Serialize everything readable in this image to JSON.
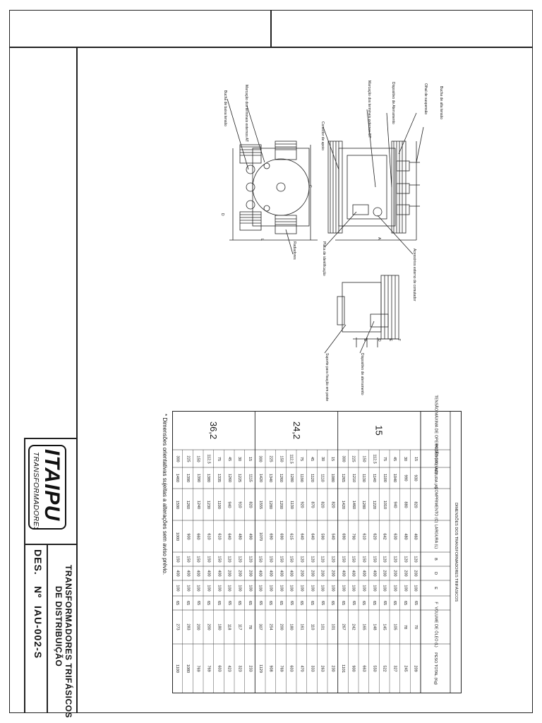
{
  "title_block": {
    "title_line1": "TRANSFORMADORES TRIFÁSICOS",
    "title_line2": "DE DISTRIBUIÇÃO",
    "des_label": "DES.",
    "des_no": "Nº",
    "des_code": "IAU-002-S"
  },
  "logo": {
    "brand": "ITAIPU",
    "tagline": "TRANSFORMADORES"
  },
  "footnote": "* Dimensões orientativas sujeitas a alterações sem aviso prévio.",
  "drawing_labels": {
    "bucha_at": "Bucha de alta tensão",
    "olhal": "Olhal de suspensão",
    "dispositivo_aterramento": "Dispositivo de Aterramento",
    "marcacao_at": "Marcação dos terminais externos AT",
    "marcacao_bt": "Marcação dos terminais externos BT",
    "bucha_bt": "Bucha de baixa tensão",
    "conector_apoio": "Conector de apoio",
    "acessorio_ext": "Acessórios externo de comutador",
    "placa": "Placa de identificação",
    "radiadores": "Radiadores",
    "suporte": "Suporte para fixação em poste",
    "dispositivo": "Dispositivo de aterramento",
    "dim_a": "A",
    "dim_c": "C",
    "dim_l": "L",
    "dim_b": "B",
    "dim_d": "D",
    "dim_e": "E",
    "dim_f": "F",
    "dim_d2": "D"
  },
  "table": {
    "title": "DIMENSÕES DOS TRANSFORMADORES TRIFÁSICOS",
    "headers": {
      "tensao": "TENSÃO MÁXIMA DE OPERAÇÃO (kV)",
      "potencia": "POTÊNCIA (kVA)",
      "dim_group": "DIMENSÕES (mm)",
      "altura": "ALTURA (A)",
      "comprimento": "COMPRIMENTO (C)",
      "largura": "LARGURA (L)",
      "b": "B",
      "d": "D",
      "e": "E",
      "f": "F",
      "volume": "VOLUME DE ÓLEO (L)",
      "peso": "PESO TOTAL (Kg)"
    },
    "groups": [
      {
        "voltage": "15",
        "rows": [
          [
            "15",
            "930",
            "820",
            "460",
            "120",
            "200",
            "100",
            "65",
            "70",
            "209"
          ],
          [
            "30",
            "990",
            "880",
            "480",
            "120",
            "200",
            "100",
            "65",
            "78",
            "245"
          ],
          [
            "45",
            "1040",
            "940",
            "630",
            "120",
            "200",
            "100",
            "65",
            "105",
            "327"
          ],
          [
            "75",
            "1100",
            "1010",
            "642",
            "120",
            "200",
            "100",
            "65",
            "145",
            "522"
          ],
          [
            "112,5",
            "1140",
            "1220",
            "620",
            "150",
            "400",
            "100",
            "65",
            "148",
            "550"
          ],
          [
            "150",
            "1130",
            "1280",
            "610",
            "150",
            "400",
            "100",
            "65",
            "165",
            "663"
          ],
          [
            "225",
            "1210",
            "1460",
            "790",
            "150",
            "400",
            "100",
            "65",
            "242",
            "900"
          ],
          [
            "300",
            "1265",
            "1420",
            "690",
            "150",
            "400",
            "100",
            "65",
            "267",
            "1101"
          ]
        ]
      },
      {
        "voltage": "24,2",
        "rows": [
          [
            "15",
            "1080",
            "820",
            "540",
            "120",
            "200",
            "100",
            "65",
            "101",
            "230"
          ],
          [
            "30",
            "1110",
            "820",
            "590",
            "120",
            "200",
            "100",
            "65",
            "101",
            "263"
          ],
          [
            "45",
            "1120",
            "870",
            "640",
            "120",
            "200",
            "100",
            "65",
            "110",
            "333"
          ],
          [
            "75",
            "1190",
            "920",
            "640",
            "120",
            "200",
            "100",
            "65",
            "161",
            "470"
          ],
          [
            "112,5",
            "1280",
            "1130",
            "615",
            "150",
            "400",
            "100",
            "65",
            "180",
            "603"
          ],
          [
            "150",
            "1260",
            "1200",
            "690",
            "150",
            "400",
            "100",
            "65",
            "200",
            "769"
          ],
          [
            "225",
            "1340",
            "1280",
            "690",
            "150",
            "400",
            "100",
            "65",
            "254",
            "908"
          ],
          [
            "300",
            "1420",
            "1555",
            "1070",
            "150",
            "400",
            "100",
            "65",
            "307",
            "1129"
          ]
        ]
      },
      {
        "voltage": "36,2",
        "rows": [
          [
            "15",
            "1115",
            "820",
            "490",
            "120",
            "200",
            "100",
            "65",
            "78",
            "233"
          ],
          [
            "30",
            "1225",
            "910",
            "480",
            "120",
            "200",
            "100",
            "65",
            "117",
            "323"
          ],
          [
            "45",
            "1260",
            "940",
            "640",
            "120",
            "200",
            "100",
            "65",
            "118",
            "423"
          ],
          [
            "75",
            "1335",
            "1100",
            "610",
            "150",
            "400",
            "100",
            "65",
            "180",
            "603"
          ],
          [
            "112,5",
            "1380",
            "1230",
            "610",
            "150",
            "400",
            "100",
            "65",
            "200",
            "769"
          ],
          [
            "150",
            "1390",
            "1240",
            "660",
            "150",
            "400",
            "100",
            "65",
            "200",
            "769"
          ],
          [
            "225",
            "1390",
            "1260",
            "900",
            "150",
            "400",
            "100",
            "65",
            "283",
            "1080"
          ],
          [
            "300",
            "1460",
            "1590",
            "1000",
            "150",
            "400",
            "100",
            "65",
            "273",
            "1100"
          ]
        ]
      }
    ]
  }
}
